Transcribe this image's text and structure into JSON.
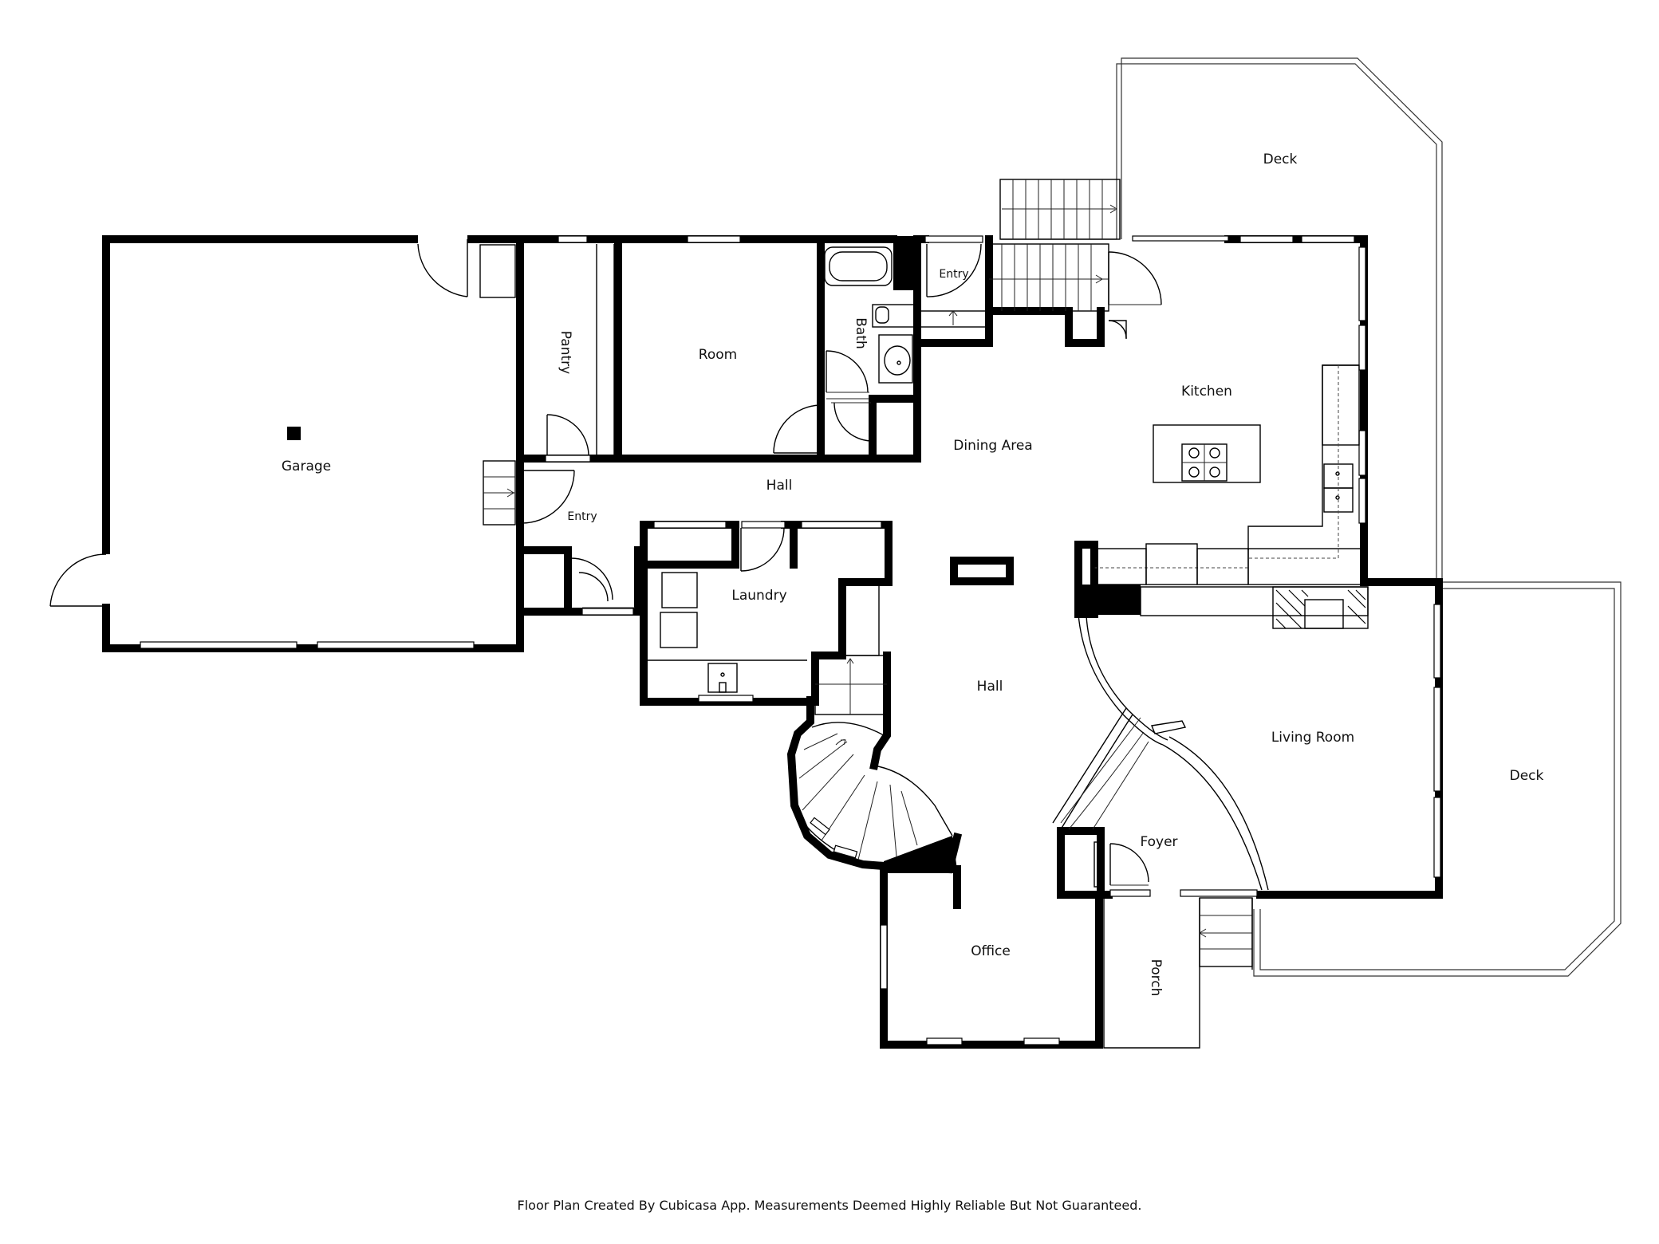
{
  "rooms": {
    "garage": "Garage",
    "pantry": "Pantry",
    "room": "Room",
    "bath": "Bath",
    "entry_top": "Entry",
    "entry_left": "Entry",
    "hall_top": "Hall",
    "hall_center": "Hall",
    "dining_area": "Dining Area",
    "kitchen": "Kitchen",
    "laundry": "Laundry",
    "living_room": "Living Room",
    "foyer": "Foyer",
    "office": "Office",
    "porch": "Porch",
    "deck_top": "Deck",
    "deck_right": "Deck"
  },
  "footer": {
    "disclaimer": "Floor Plan Created By Cubicasa App. Measurements Deemed Highly Reliable But Not Guaranteed."
  }
}
